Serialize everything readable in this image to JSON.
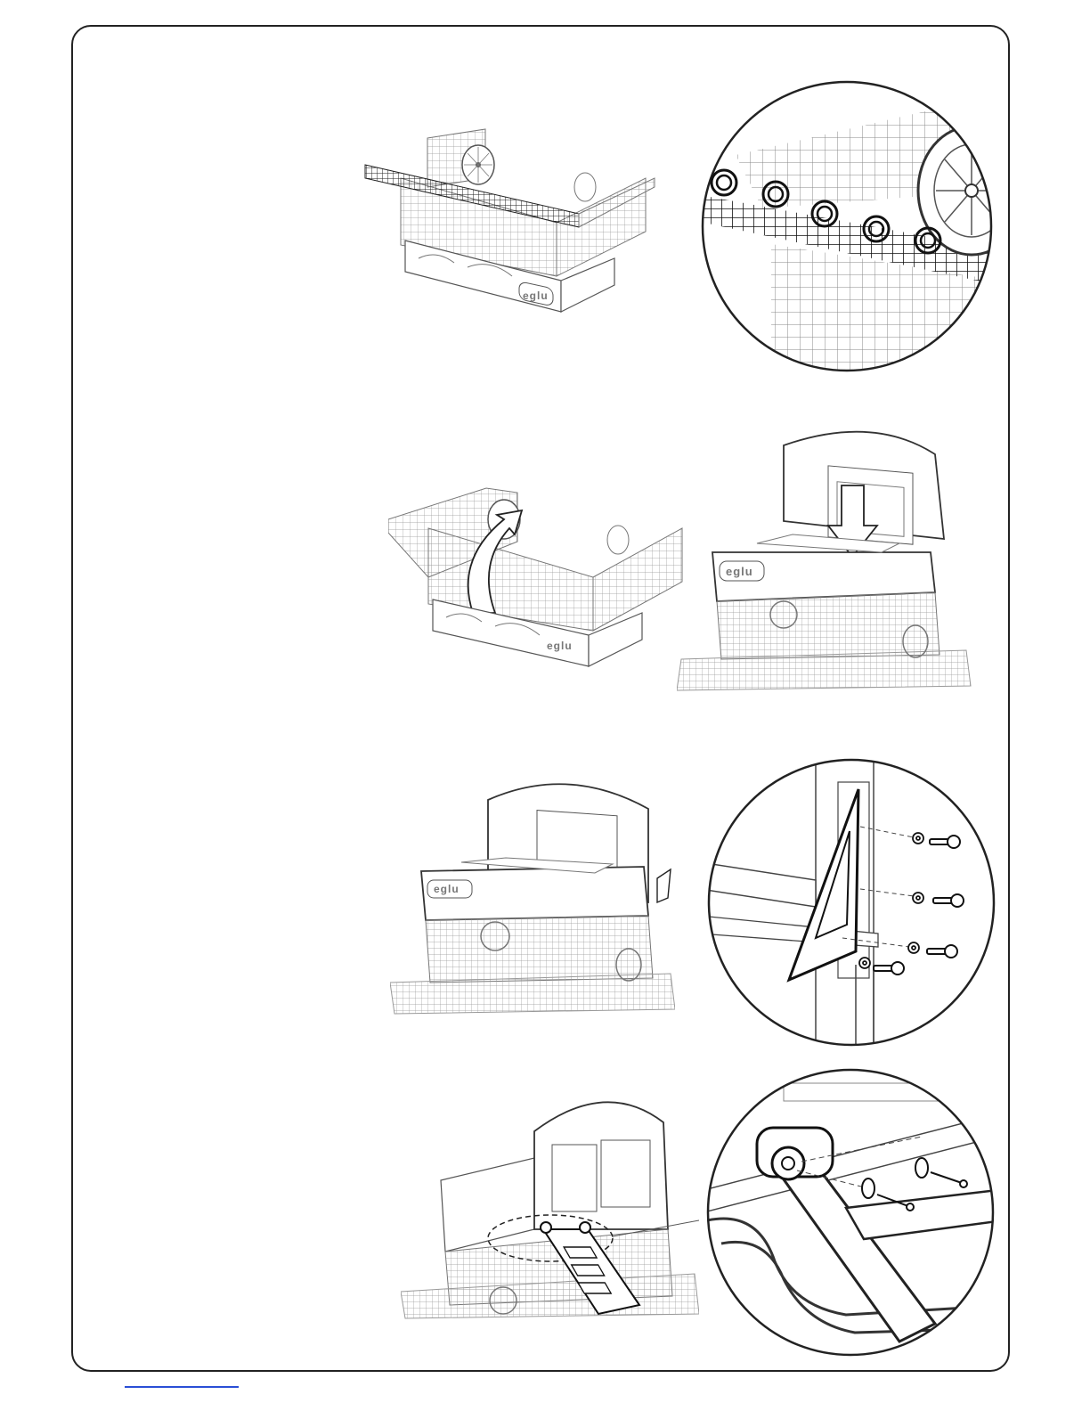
{
  "page": {
    "steps": [
      {
        "id": "step-1",
        "overview": "coop-base-with-mesh-roof",
        "detail": "mesh-clip-closeup",
        "detail_icons": [
          "ring-clip-icon"
        ]
      },
      {
        "id": "step-2",
        "overview": "mesh-wall-fold-up",
        "detail": "house-panel-lowered-onto-base",
        "detail_icons": [
          "down-arrow-icon"
        ]
      },
      {
        "id": "step-3",
        "overview": "house-installed-with-bracket",
        "detail": "bracket-screw-closeup",
        "detail_icons": [
          "screw-icon",
          "washer-icon"
        ]
      },
      {
        "id": "step-4",
        "overview": "ladder-attached-to-door",
        "detail": "ladder-hinge-screw-closeup",
        "detail_icons": [
          "screw-icon",
          "washer-icon"
        ]
      }
    ],
    "brand_mark": "eglu",
    "colors": {
      "line": "#555555",
      "mesh": "#8a8a8a",
      "frame": "#222222",
      "link": "#2a4fd6"
    }
  }
}
